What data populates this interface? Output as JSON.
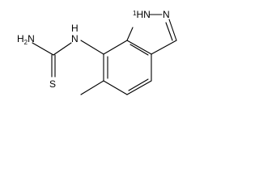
{
  "molecule": {
    "atoms": {
      "n1": {
        "symbol": "N",
        "hydrogen": "H",
        "hydrogen_prefix": "1"
      },
      "n2": {
        "symbol": "N"
      },
      "nh2": {
        "symbol": "H",
        "subscript": "2",
        "symbol_n": "N"
      },
      "s": {
        "symbol": "S"
      },
      "nh": {
        "symbol": "N",
        "hydrogen": "H"
      }
    }
  }
}
